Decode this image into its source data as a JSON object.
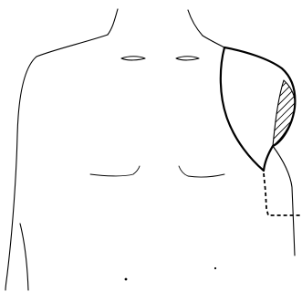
{
  "figure": {
    "subject": "torso-outline-front-view",
    "ink_color": "#000000",
    "background_color": "#ffffff",
    "marked_region": "right-shoulder-outline",
    "hatched_region": "right-shoulder-hatched-area",
    "dashed_line": "right-lateral-dashed-line"
  }
}
